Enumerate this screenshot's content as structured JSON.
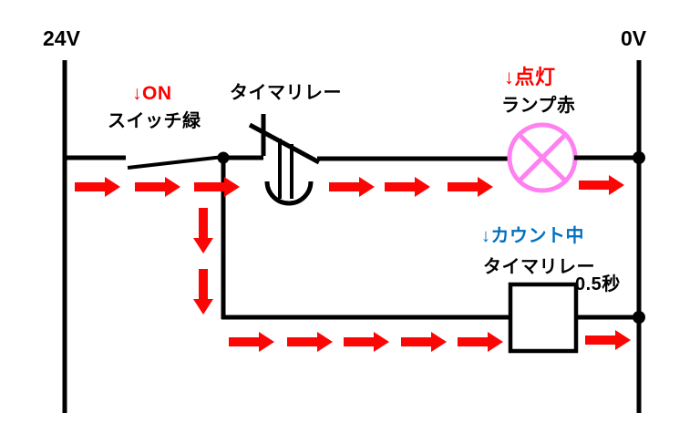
{
  "diagram": {
    "kind": "ladder-circuit-animation-frame",
    "description": "Timer relay circuit with current flowing: switch ON, lamp lit, timer counting"
  },
  "labels": {
    "left_rail_voltage": "24V",
    "right_rail_voltage": "0V",
    "switch_status": "↓ON",
    "switch_name": "スイッチ緑",
    "timer_contact_name": "タイマリレー",
    "lamp_status": "↓点灯",
    "lamp_name": "ランプ赤",
    "counting_status": "↓カウント中",
    "timer_coil_name": "タイマリレー",
    "timer_duration": "0.5秒"
  },
  "colors": {
    "wire": "#000000",
    "flow_arrow": "#fb0505",
    "status_red": "#ff0000",
    "counting_blue": "#0070c0",
    "lamp_pink": "#ff80f0",
    "background": "#ffffff"
  },
  "flow_arrows": {
    "top_rung_count": 7,
    "branch_down_count": 2,
    "bottom_rung_count": 6,
    "direction": "from 24V rail through switch and lamp / timer coil to 0V rail"
  }
}
